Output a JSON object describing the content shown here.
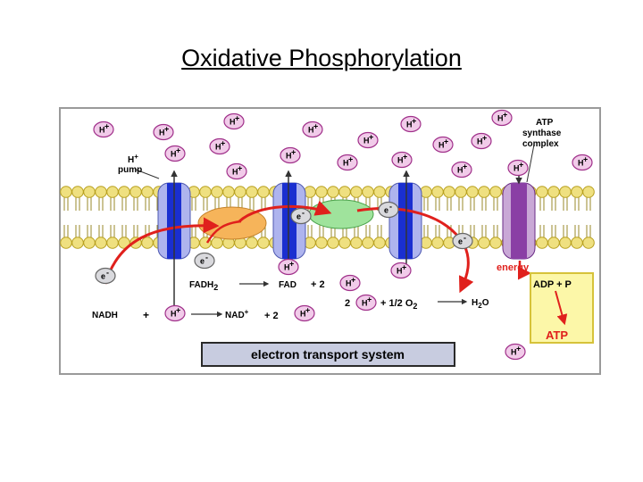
{
  "title": "Oxidative Phosphorylation",
  "labels": {
    "h_pump": "H",
    "h_pump_sup": "+",
    "pump": "pump",
    "atp_synthase_1": "ATP",
    "atp_synthase_2": "synthase",
    "atp_synthase_3": "complex",
    "energy": "energy",
    "adp_p": "ADP + P",
    "atp": "ATP",
    "banner": "electron transport system"
  },
  "ions": {
    "h": "H",
    "plus": "+",
    "electron": "e",
    "minus": "-"
  },
  "equations": {
    "fadh": "FADH",
    "fadh_sub": "2",
    "fad": "FAD",
    "plus_two": "+ 2",
    "two": "2",
    "plus_half": "+ 1/2 O",
    "o_sub": "2",
    "h2o_h": "H",
    "h2o_sub": "2",
    "h2o_o": "O",
    "nadh": "NADH",
    "plus": "+",
    "nad": "NAD",
    "nad_sup": "+",
    "plus_two_b": "+ 2"
  },
  "colors": {
    "h_ion_fill": "#f1cbe9",
    "h_ion_stroke": "#a0308a",
    "membrane_head": "#efe080",
    "membrane_stroke": "#b8a020",
    "protein_blue": "#1a2fd0",
    "protein_light": "#aeb4ee",
    "atp_synthase": "#8a3fa5",
    "arrow_red": "#e0201c",
    "box_yellow": "#fcf7a8",
    "box_border": "#d6c23a",
    "banner_fill": "#c8cce0"
  }
}
